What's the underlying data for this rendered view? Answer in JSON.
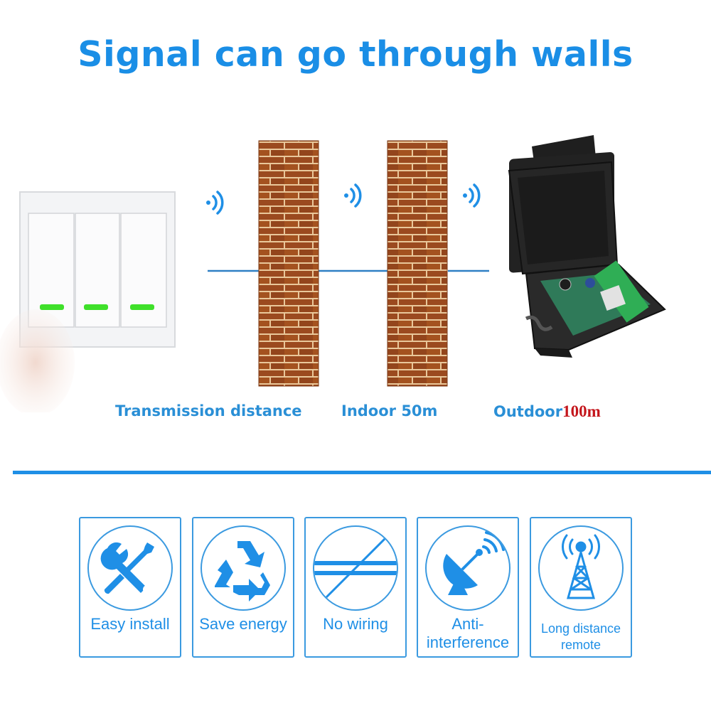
{
  "title": "Signal can go through walls",
  "distance": {
    "label": "Transmission distance",
    "indoor": "Indoor 50m",
    "outdoor_label": "Outdoor",
    "outdoor_value": "100m"
  },
  "features": [
    {
      "label": "Easy install",
      "icon": "wrench-screwdriver-icon"
    },
    {
      "label": "Save energy",
      "icon": "recycle-icon"
    },
    {
      "label": "No wiring",
      "icon": "no-wire-icon"
    },
    {
      "label_line1": "Anti-",
      "label_line2": "interference",
      "icon": "satellite-dish-icon"
    },
    {
      "label_line1": "Long distance",
      "label_line2": "remote",
      "icon": "signal-tower-icon"
    }
  ],
  "colors": {
    "accent": "#1f8fe6",
    "highlight": "#c4161c",
    "brick": "#9b4a1f",
    "switch_led": "#3fe02a"
  }
}
